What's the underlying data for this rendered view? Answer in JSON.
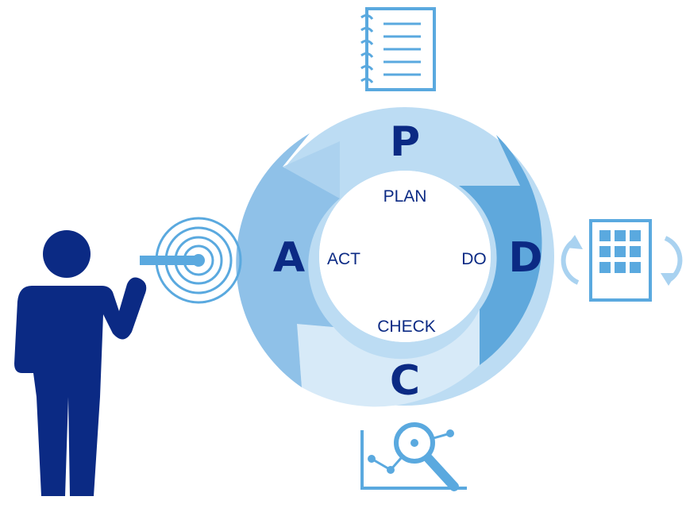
{
  "cycle": {
    "phases": [
      {
        "key": "plan",
        "letter": "P",
        "label": "PLAN"
      },
      {
        "key": "do",
        "letter": "D",
        "label": "DO"
      },
      {
        "key": "check",
        "letter": "C",
        "label": "CHECK"
      },
      {
        "key": "act",
        "letter": "A",
        "label": "ACT"
      }
    ]
  },
  "colors": {
    "navy": "#0b2a84",
    "ring_plan": "#bcdcf3",
    "ring_do": "#5fa8dc",
    "ring_check": "#d7eaf8",
    "ring_act": "#8fc1e8",
    "icon": "#5aa9df",
    "icon_light": "#a9d2f0"
  },
  "icons": {
    "plan": "notepad-icon",
    "do": "calendar-grid-icon",
    "check": "magnifier-chart-icon",
    "act": "target-icon",
    "person": "person-presenting-icon"
  }
}
